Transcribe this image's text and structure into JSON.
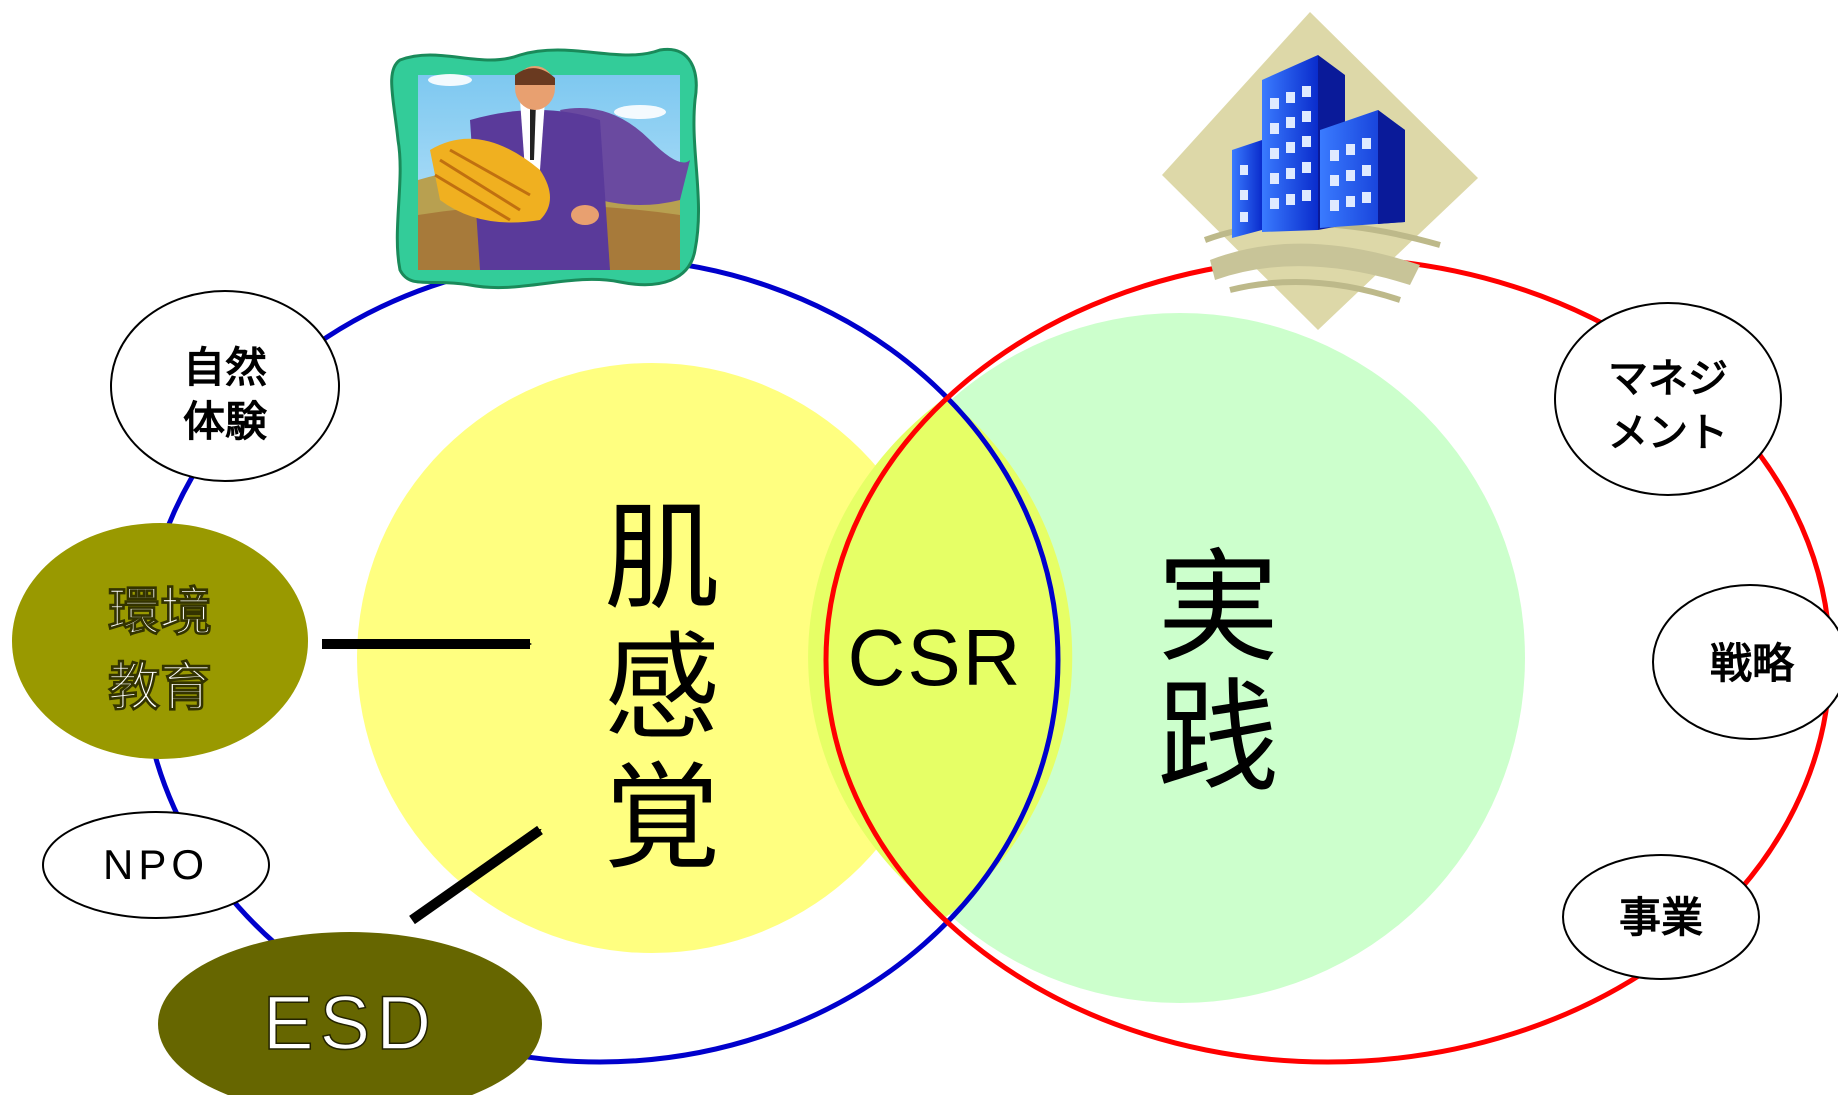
{
  "diagram": {
    "left_area": {
      "label_line1": "肌",
      "label_line2": "感",
      "label_line3": "覚",
      "fill_color": "#ffff80",
      "ring_color": "#0000cc"
    },
    "right_area": {
      "label_line1": "実",
      "label_line2": "践",
      "fill_color": "#ccffcc",
      "ring_color": "#ff0000"
    },
    "overlap": {
      "label": "CSR",
      "fill_color": "#e6ff66"
    },
    "left_nodes": {
      "nature": {
        "line1": "自然",
        "line2": "体験"
      },
      "env_education": {
        "line1": "環境",
        "line2": "教育",
        "fill_color": "#999900"
      },
      "npo": {
        "label": "NPO"
      },
      "esd": {
        "label": "ESD",
        "fill_color": "#666600"
      }
    },
    "right_nodes": {
      "management": {
        "line1": "マネジ",
        "line2": "メント"
      },
      "strategy": {
        "label": "戦略"
      },
      "business": {
        "label": "事業"
      }
    },
    "illustrations": {
      "left": "farmer-with-wheat-clipart",
      "right": "office-building-clipart"
    }
  }
}
